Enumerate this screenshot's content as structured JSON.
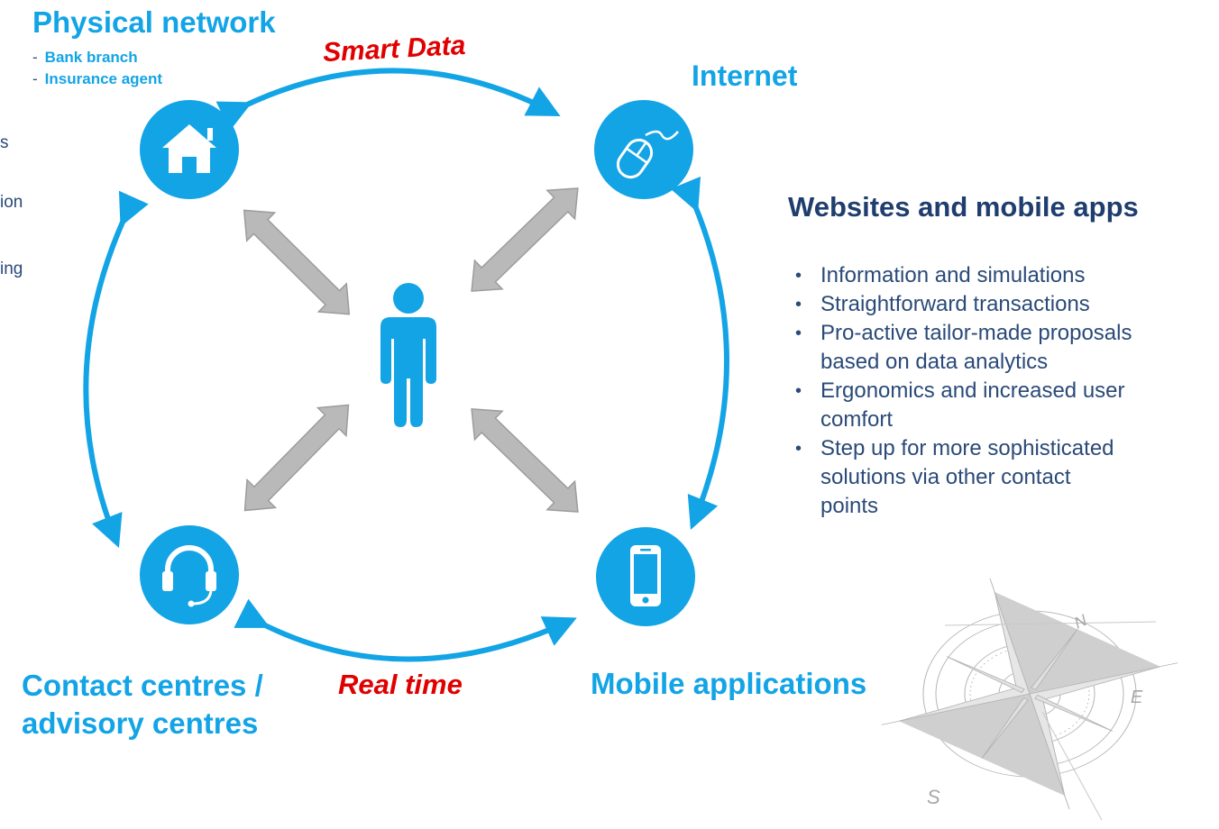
{
  "physical": {
    "title": "Physical network",
    "items": [
      "Bank branch",
      "Insurance agent"
    ],
    "clipped_fragments": [
      "s",
      "ion",
      "ing"
    ]
  },
  "internet": {
    "title": "Internet"
  },
  "smart_data": "Smart Data",
  "real_time": "Real time",
  "contact": {
    "title_line1": "Contact centres /",
    "title_line2": "advisory centres"
  },
  "mobile": {
    "title": "Mobile applications"
  },
  "websites": {
    "title": "Websites and mobile apps",
    "bullets": [
      [
        "Information and simulations"
      ],
      [
        "Straightforward transactions"
      ],
      [
        "Pro-active tailor-made proposals",
        "based on data analytics"
      ],
      [
        "Ergonomics and increased user",
        "comfort"
      ],
      [
        "Step up for more sophisticated",
        "solutions via other contact",
        "points"
      ]
    ]
  },
  "compass": {
    "n": "N",
    "e": "E",
    "s": "S"
  },
  "colors": {
    "accent_blue": "#13a4e6",
    "navy": "#1f3d6e",
    "red": "#e00000",
    "grey_arrow": "#b9b9b9"
  }
}
